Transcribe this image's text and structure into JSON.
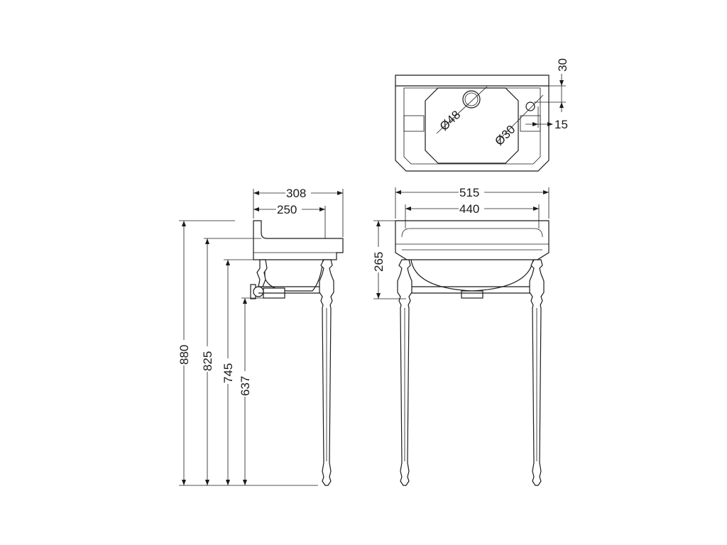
{
  "labels": {
    "top_hole_large": "Ø48",
    "top_hole_small": "Ø30",
    "top_offset_30": "30",
    "top_offset_15": "15",
    "side_depth_308": "308",
    "side_depth_250": "250",
    "side_h_880": "880",
    "side_h_825": "825",
    "side_h_745": "745",
    "side_h_637": "637",
    "front_w_515": "515",
    "front_w_440": "440",
    "front_h_265": "265"
  }
}
